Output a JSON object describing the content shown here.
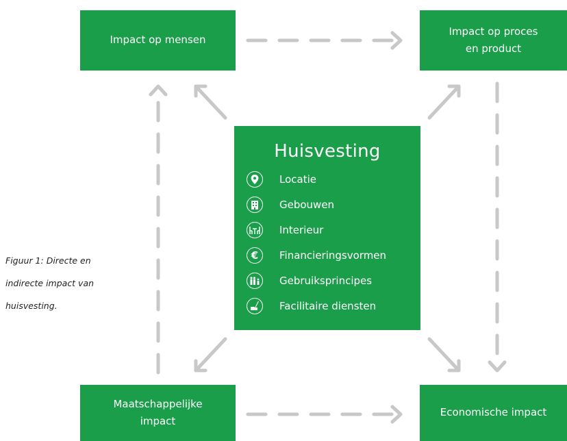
{
  "colors": {
    "green": "#1a9e4a",
    "arrow": "#c8c8c8",
    "text": "#ffffff"
  },
  "boxes": {
    "people": "Impact op mensen",
    "process": "Impact op proces\nen product",
    "society": "Maatschappelijke\nimpact",
    "economic": "Economische impact"
  },
  "center": {
    "title": "Huisvesting",
    "items": [
      {
        "label": "Locatie",
        "icon": "location-pin-icon"
      },
      {
        "label": "Gebouwen",
        "icon": "building-icon"
      },
      {
        "label": "Interieur",
        "icon": "furniture-icon"
      },
      {
        "label": "Financieringsvormen",
        "icon": "euro-icon"
      },
      {
        "label": "Gebruiksprincipes",
        "icon": "people-icon"
      },
      {
        "label": "Facilitaire diensten",
        "icon": "cleaning-icon"
      }
    ]
  },
  "caption": {
    "line1": "Figuur 1: Directe en",
    "line2": "indirecte impact van",
    "line3": "huisvesting."
  }
}
